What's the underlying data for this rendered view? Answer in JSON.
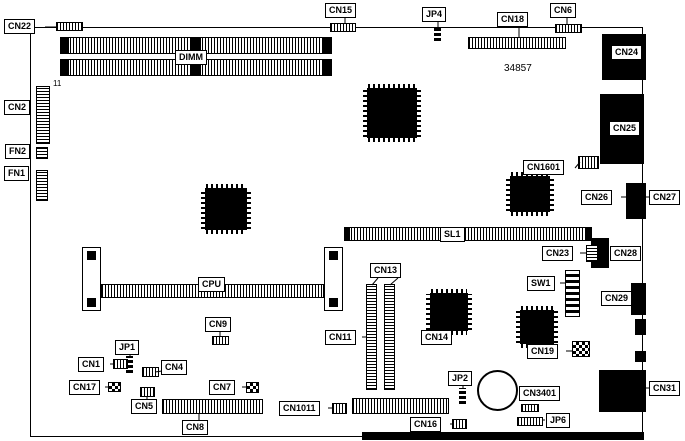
{
  "board": {
    "part_number": "34857",
    "cn2_pin_marker": "11"
  },
  "labels": {
    "cn22": "CN22",
    "cn15": "CN15",
    "jp4": "JP4",
    "cn18": "CN18",
    "cn6": "CN6",
    "cn24": "CN24",
    "cn2": "CN2",
    "cn25": "CN25",
    "fn2": "FN2",
    "fn1": "FN1",
    "dimm": "DIMM",
    "cn1601": "CN1601",
    "cn26": "CN26",
    "cn27": "CN27",
    "sl1": "SL1",
    "cn23": "CN23",
    "cn28": "CN28",
    "cpu": "CPU",
    "sw1": "SW1",
    "cn29": "CN29",
    "cn13": "CN13",
    "cn9": "CN9",
    "cn11": "CN11",
    "cn14": "CN14",
    "cn19": "CN19",
    "cn1": "CN1",
    "jp1": "JP1",
    "cn4": "CN4",
    "cn17": "CN17",
    "cn7": "CN7",
    "cn5": "CN5",
    "cn31": "CN31",
    "jp2": "JP2",
    "cn3401": "CN3401",
    "cn1011": "CN1011",
    "cn8": "CN8",
    "cn16": "CN16",
    "jp6": "JP6"
  }
}
